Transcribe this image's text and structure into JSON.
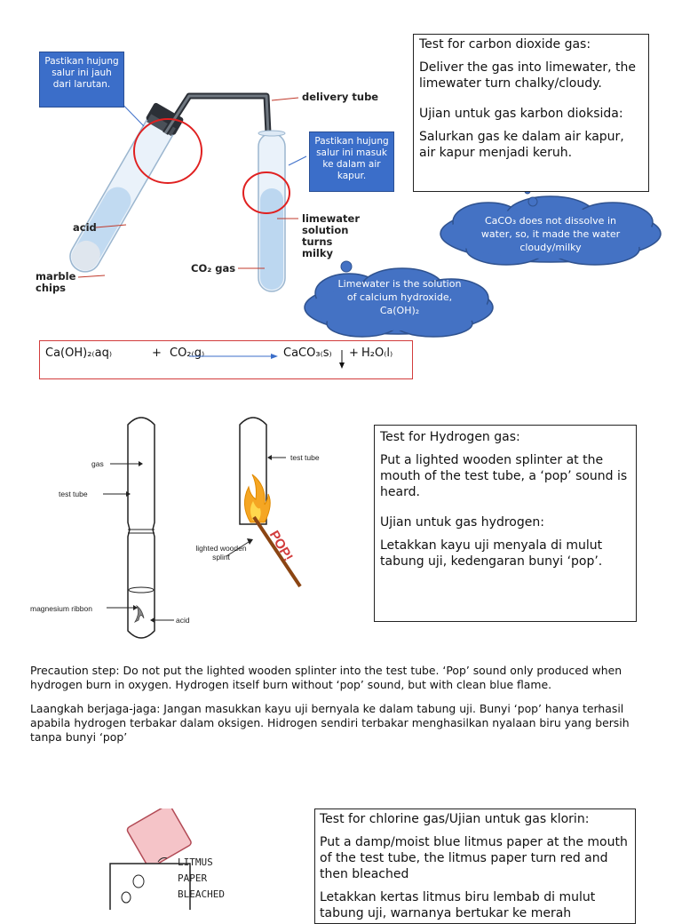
{
  "co2": {
    "note_left": "Pastikan hujung salur ini jauh dari larutan.",
    "note_right": "Pastikan hujung salur ini masuk ke dalam air kapur.",
    "labels": {
      "delivery_tube": "delivery tube",
      "acid": "acid",
      "marble_chips": "marble chips",
      "co2_gas": "CO₂ gas",
      "limewater": "limewater solution turns milky"
    },
    "box": {
      "title_en": "Test for carbon dioxide gas:",
      "body_en": "Deliver the gas into limewater, the limewater turn chalky/cloudy.",
      "title_ms": "Ujian untuk gas karbon dioksida:",
      "body_ms": "Salurkan gas ke dalam air kapur, air kapur menjadi keruh."
    },
    "cloud_caco3": "CaCO₃ does not dissolve in water, so, it made the water cloudy/milky",
    "cloud_limewater": "Limewater is the solution of calcium hydroxide, Ca(OH)₂",
    "equation": {
      "lhs1": "Ca(OH)₂₍aq₎",
      "plus1": "+",
      "lhs2": "CO₂₍g₎",
      "rhs1": "CaCO₃₍s₎",
      "plus2": "+",
      "rhs2": "H₂O₍l₎"
    }
  },
  "hydrogen": {
    "labels": {
      "gas": "gas",
      "test_tube_left": "test tube",
      "magnesium": "magnesium ribbon",
      "acid": "acid",
      "test_tube_right": "test tube",
      "splint": "lighted wooden splint",
      "pop": "POP!"
    },
    "box": {
      "title_en": "Test for  Hydrogen gas:",
      "body_en": "Put a lighted wooden splinter at the mouth of the test tube, a ‘pop’ sound is heard.",
      "title_ms": "Ujian untuk gas hydrogen:",
      "body_ms": "Letakkan kayu uji menyala di mulut tabung uji, kedengaran bunyi ‘pop’."
    },
    "precaution_en": "Precaution step: Do not put the lighted wooden splinter into the test tube. ‘Pop’ sound only produced when hydrogen burn in oxygen. Hydrogen itself burn without ‘pop’ sound, but with clean blue flame.",
    "precaution_ms": "Laangkah berjaga-jaga: Jangan masukkan kayu uji bernyala ke dalam tabung uji. Bunyi ‘pop’ hanya terhasil apabila hydrogen terbakar dalam oksigen. Hidrogen sendiri terbakar menghasilkan nyalaan biru yang bersih tanpa bunyi ‘pop’"
  },
  "chlorine": {
    "label_litmus": "LITMUS PAPER BLEACHED",
    "box": {
      "title": "Test for chlorine gas/Ujian untuk gas klorin:",
      "body_en": "Put a damp/moist blue litmus paper at the mouth of the test tube, the litmus paper turn red and then bleached",
      "body_ms": "Letakkan kertas litmus biru lembab di mulut tabung uji, warnanya bertukar ke merah"
    }
  },
  "colors": {
    "note_blue": "#3b6ec9",
    "cloud_blue": "#4472c4",
    "highlight_red": "#e02020",
    "liquid_blue": "#bcd7f0"
  }
}
